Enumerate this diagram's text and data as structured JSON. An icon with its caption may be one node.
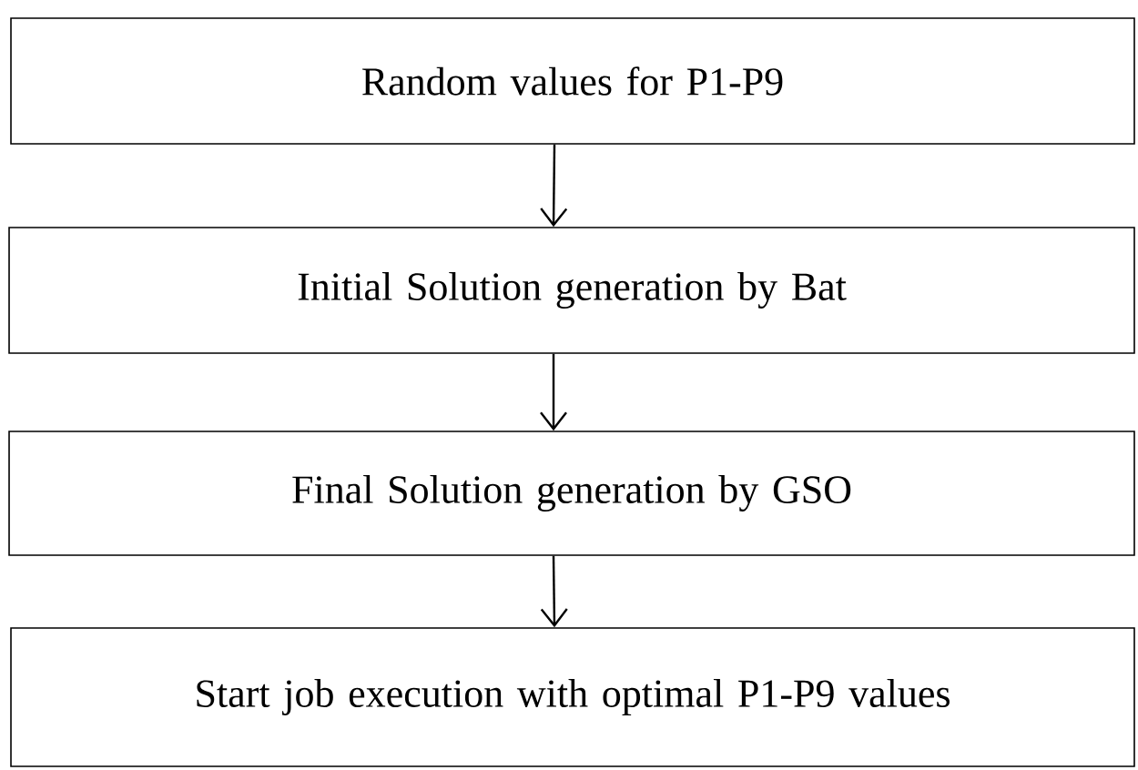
{
  "diagram": {
    "nodes": [
      {
        "text": [
          "Random values for P1-P9"
        ]
      },
      {
        "text": [
          "Initial Solution generation by Bat"
        ]
      },
      {
        "text": [
          "Final Solution generation by GSO"
        ]
      },
      {
        "text": [
          "Start job execution with optimal P1-P9 values"
        ]
      }
    ],
    "edges": [
      {
        "from": 0,
        "to": 1,
        "arrow": "to"
      },
      {
        "from": 1,
        "to": 2,
        "arrow": "to"
      },
      {
        "from": 2,
        "to": 3,
        "arrow": "to"
      }
    ]
  }
}
